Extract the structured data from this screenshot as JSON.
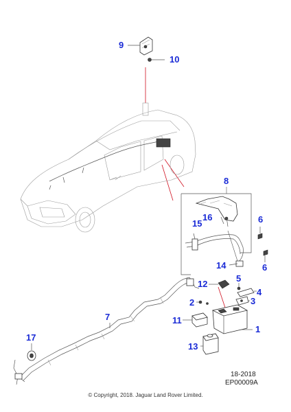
{
  "callouts": [
    {
      "id": "c1",
      "label": "1"
    },
    {
      "id": "c2",
      "label": "2"
    },
    {
      "id": "c3",
      "label": "3"
    },
    {
      "id": "c4",
      "label": "4"
    },
    {
      "id": "c5",
      "label": "5"
    },
    {
      "id": "c6a",
      "label": "6"
    },
    {
      "id": "c6b",
      "label": "6"
    },
    {
      "id": "c7",
      "label": "7"
    },
    {
      "id": "c8",
      "label": "8"
    },
    {
      "id": "c9",
      "label": "9"
    },
    {
      "id": "c10",
      "label": "10"
    },
    {
      "id": "c11",
      "label": "11"
    },
    {
      "id": "c12",
      "label": "12"
    },
    {
      "id": "c13",
      "label": "13"
    },
    {
      "id": "c14",
      "label": "14"
    },
    {
      "id": "c15",
      "label": "15"
    },
    {
      "id": "c16",
      "label": "16"
    },
    {
      "id": "c17",
      "label": "17"
    }
  ],
  "reference": {
    "code": "18-2018",
    "drawing_id": "EP00009A"
  },
  "copyright": "© Copyright, 2018. Jaguar Land Rover Limited.",
  "colors": {
    "callout": "#1a2bd6",
    "leader": "#d01020",
    "line": "#555555"
  }
}
